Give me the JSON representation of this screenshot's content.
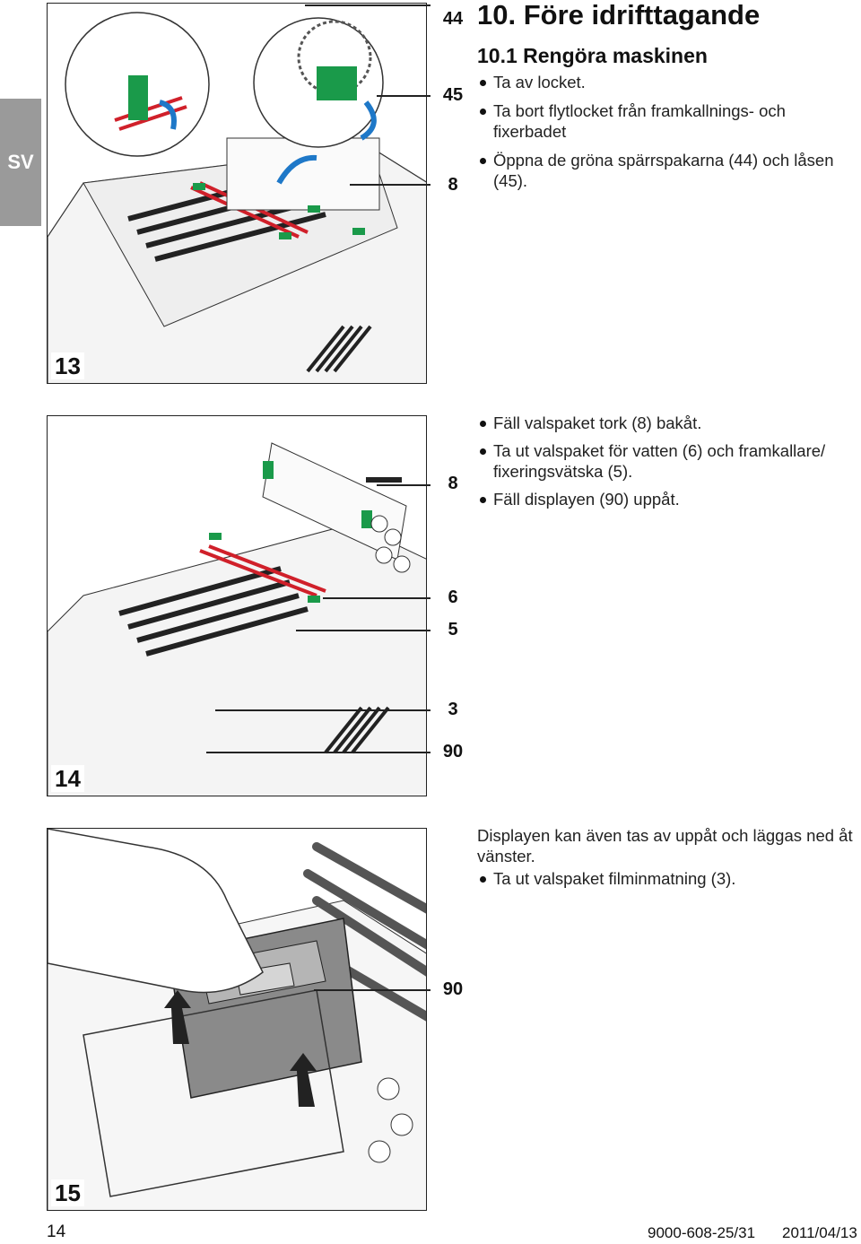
{
  "side_tab": "SV",
  "heading": {
    "chapter": "10. Före idrifttagande",
    "section": "10.1 Rengöra maskinen"
  },
  "step1": [
    "Ta av locket.",
    "Ta bort flytlocket från framkallnings- och fixerbadet",
    "Öppna de gröna spärrspakarna (44) och låsen (45)."
  ],
  "step2": [
    "Fäll valspaket tork (8) bakåt.",
    "Ta ut valspaket för vatten (6) och framkallare/ fixeringsvätska (5).",
    "Fäll displayen (90) uppåt."
  ],
  "step3": {
    "note": "Displayen kan även tas av uppåt och läggas ned åt vänster.",
    "bullet": "Ta ut valspaket filminmatning (3)."
  },
  "figures": {
    "fig13": {
      "number": "13",
      "callouts": [
        "44",
        "45",
        "8"
      ]
    },
    "fig14": {
      "number": "14",
      "callouts": [
        "8",
        "6",
        "5",
        "3",
        "90"
      ]
    },
    "fig15": {
      "number": "15",
      "callouts": [
        "90"
      ]
    }
  },
  "footer": {
    "page": "14",
    "doc_number": "9000-608-25/31",
    "date": "2011/04/13"
  },
  "colors": {
    "tab_gray": "#9a9a9a",
    "lever_green": "#1a9a4a",
    "roller_red": "#d0202a",
    "arrow_blue": "#1e78c8"
  }
}
